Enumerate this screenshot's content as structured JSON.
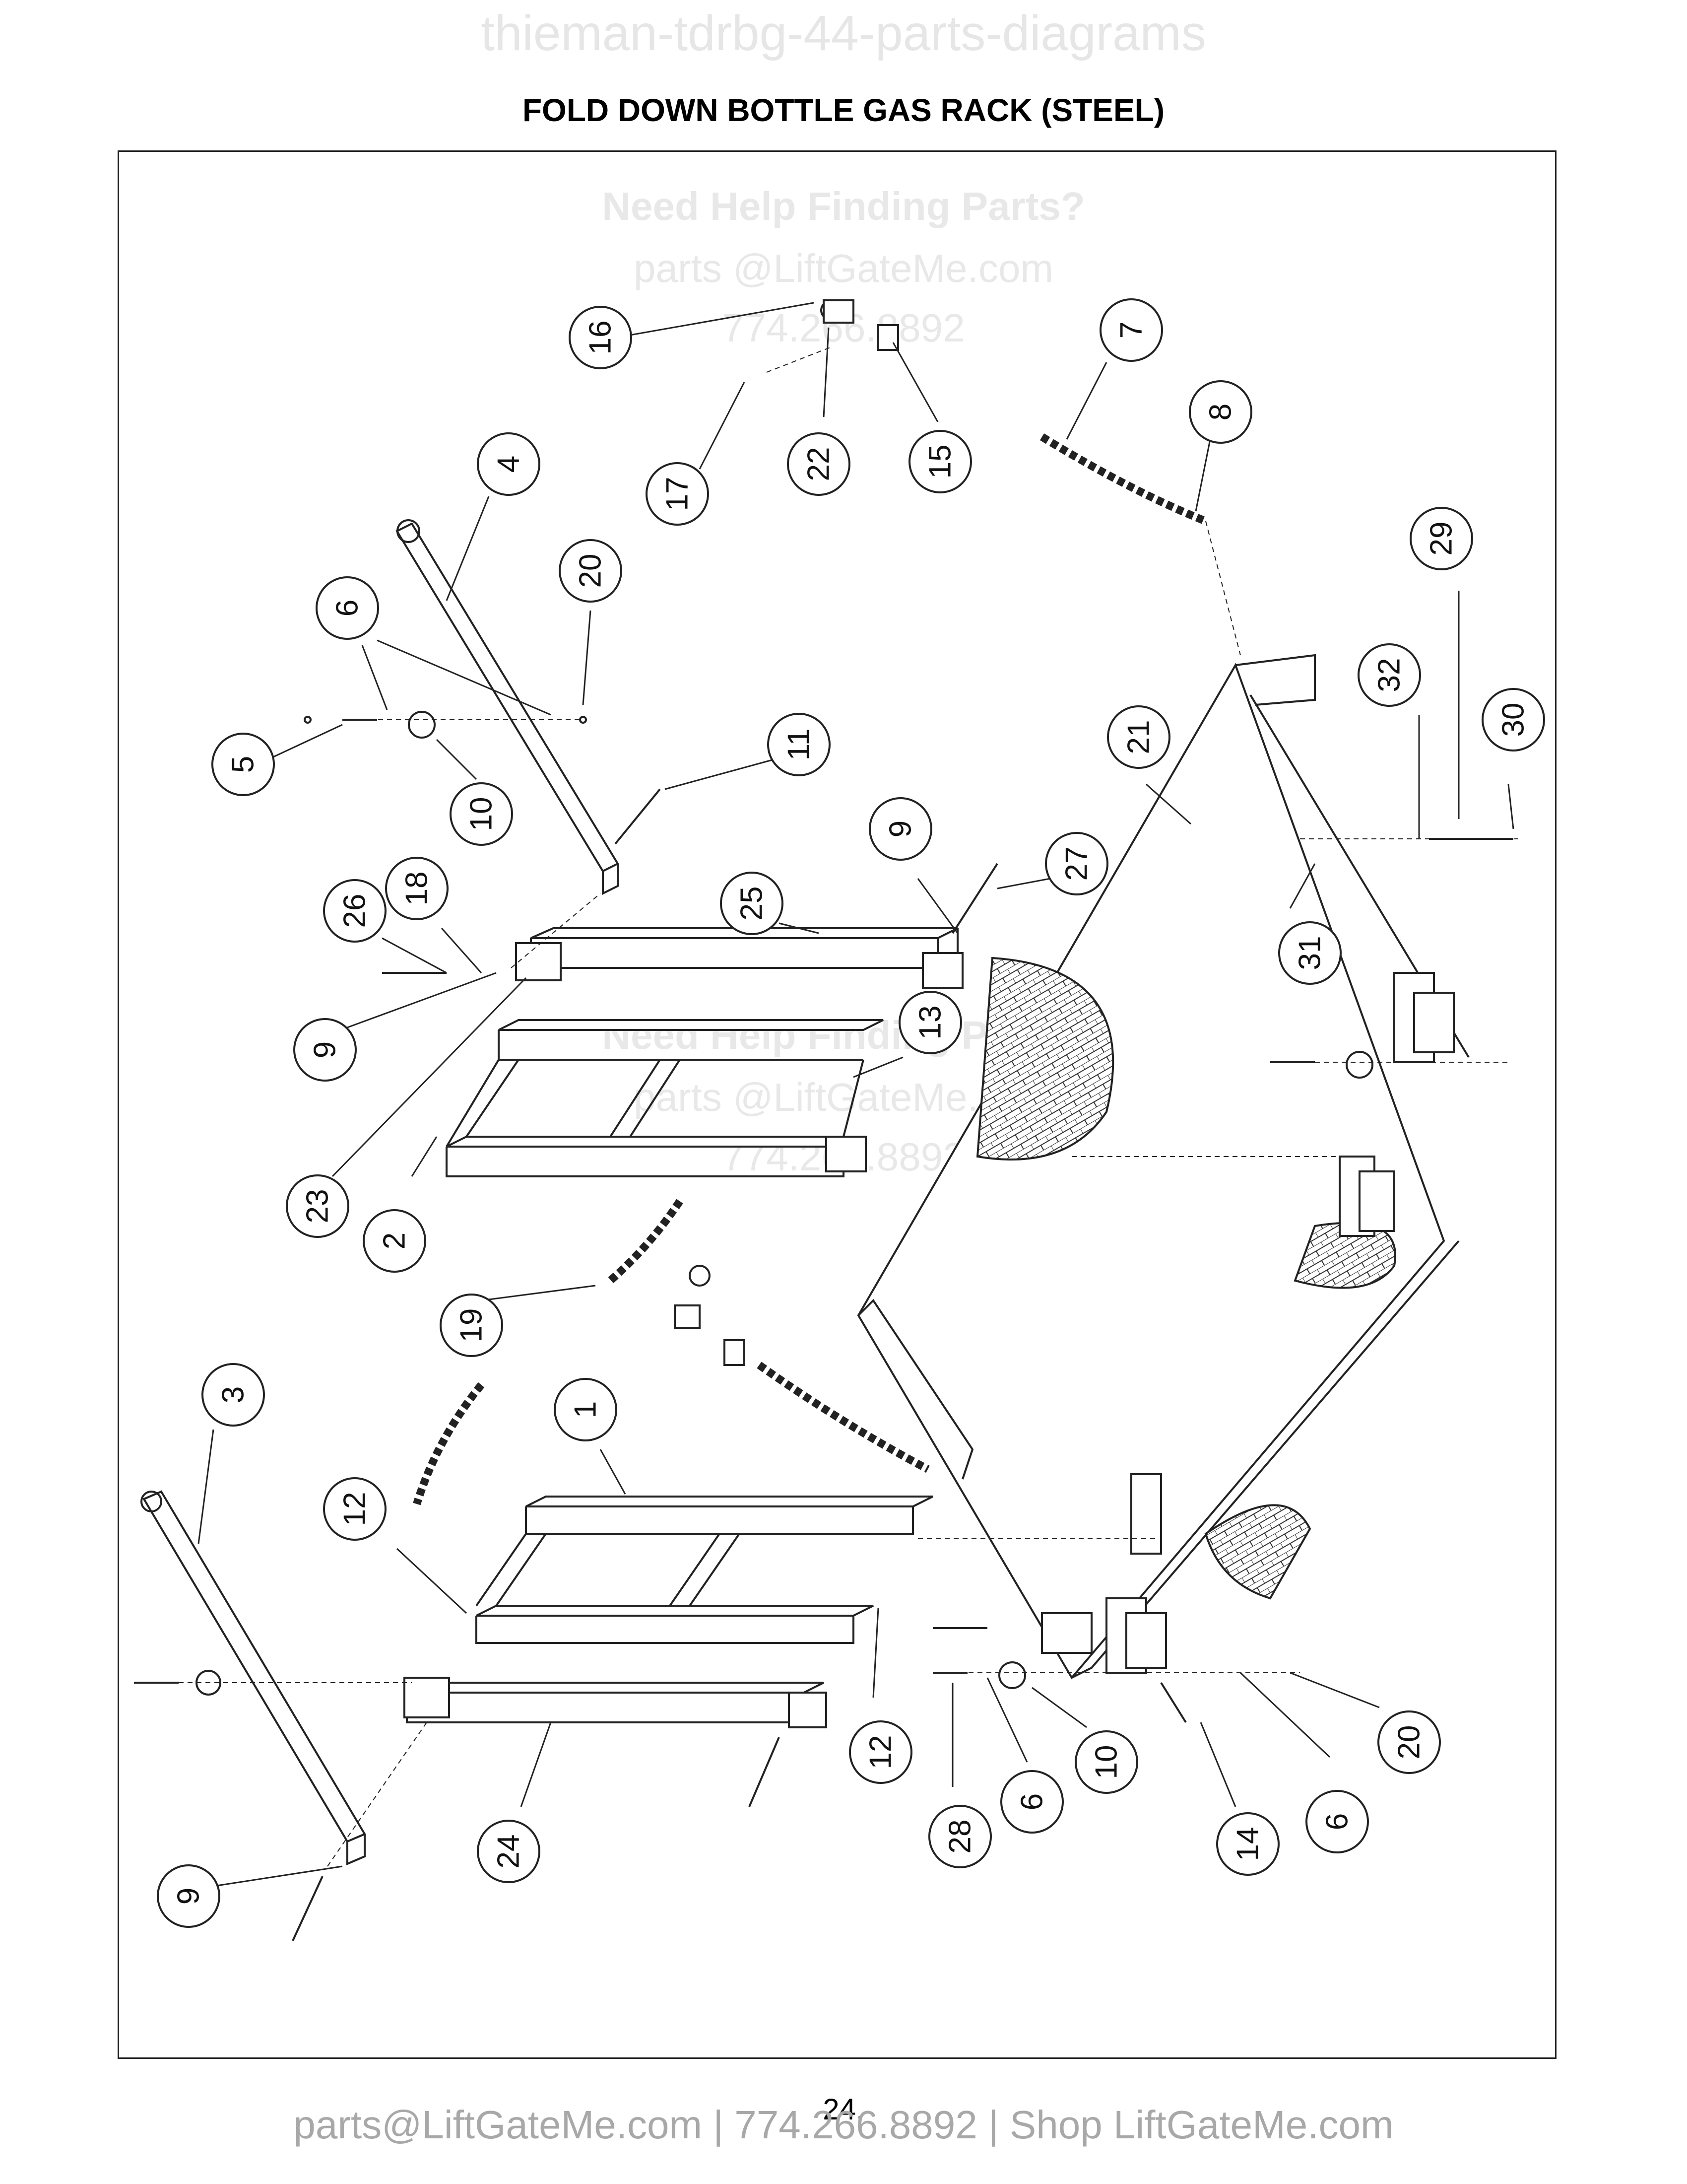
{
  "header": {
    "watermark": "thieman-tdrbg-44-parts-diagrams",
    "title": "FOLD DOWN BOTTLE GAS RACK (STEEL)"
  },
  "watermarks": {
    "help_title": "Need Help Finding Parts?",
    "help_email": "parts @LiftGateMe.com",
    "help_phone": "774.266.8892"
  },
  "page_number": "24.",
  "footer": "parts@LiftGateMe.com | 774.266.8892 | Shop LiftGateMe.com",
  "callouts": [
    "16",
    "17",
    "22",
    "15",
    "7",
    "8",
    "4",
    "20",
    "6",
    "5",
    "10",
    "11",
    "29",
    "32",
    "30",
    "21",
    "9",
    "27",
    "25",
    "31",
    "26",
    "18",
    "9",
    "23",
    "13",
    "2",
    "19",
    "3",
    "1",
    "12",
    "12",
    "24",
    "9",
    "28",
    "6",
    "10",
    "14",
    "6",
    "20"
  ],
  "colors": {
    "line": "#222222",
    "watermark": "#e8e8e8",
    "footer": "#a8a8a8"
  }
}
